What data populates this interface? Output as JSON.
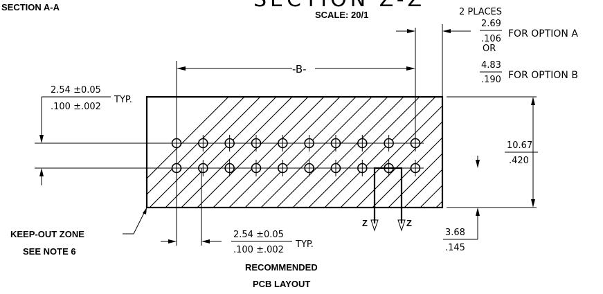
{
  "labels": {
    "section_aa": "SECTION A-A",
    "section_zz": "SECTION Z-Z",
    "scale": "SCALE: 20/1",
    "keepout_line1": "KEEP-OUT ZONE",
    "keepout_line2": "SEE NOTE 6",
    "layout_line1": "RECOMMENDED",
    "layout_line2": "PCB LAYOUT",
    "section_marker_left": "Z",
    "section_marker_right": "Z"
  },
  "dimensions": {
    "places": "2 PLACES",
    "option_a_mm": "2.69",
    "option_a_in": ".106",
    "option_a_label": "FOR OPTION A",
    "or": "OR",
    "option_b_mm": "4.83",
    "option_b_in": ".190",
    "option_b_label": "FOR OPTION B",
    "span_b": "-B-",
    "pitch_top_mm": "2.54 ±0.05",
    "pitch_top_in": ".100 ±.002",
    "pitch_top_typ": "TYP.",
    "pitch_bottom_mm": "2.54 ±0.05",
    "pitch_bottom_in": ".100 ±.002",
    "pitch_bottom_typ": "TYP.",
    "height_mm": "10.67",
    "height_in": ".420",
    "offset_mm": "3.68",
    "offset_in": ".145"
  },
  "holes": {
    "columns": 10,
    "rows": 2
  }
}
